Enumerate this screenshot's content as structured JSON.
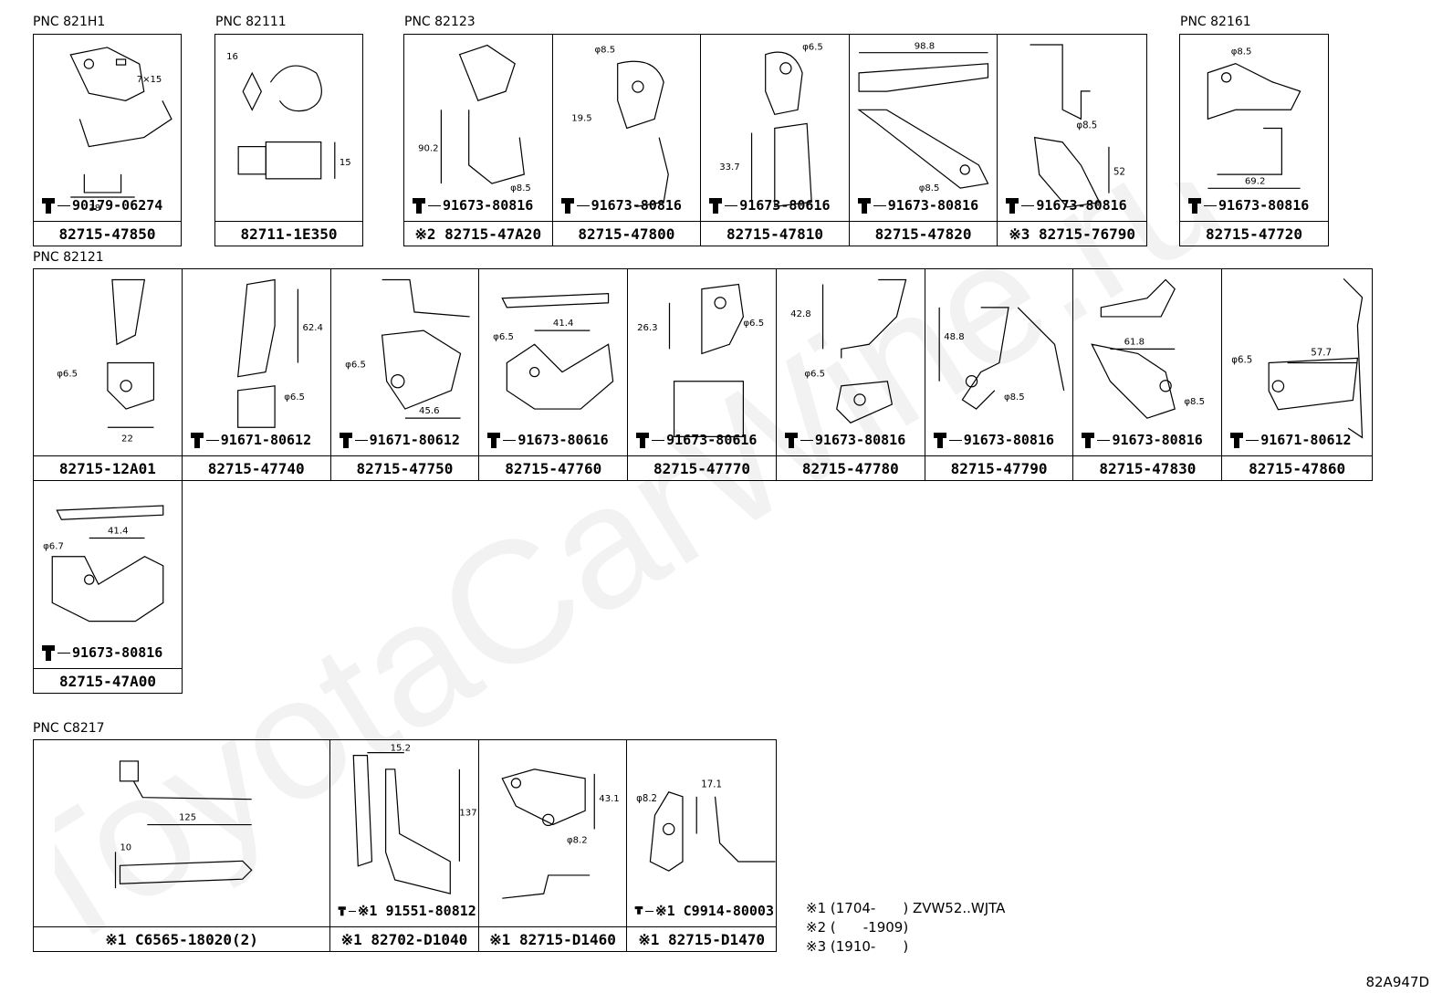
{
  "groups": [
    {
      "pnc": "PNC 821H1",
      "cells": [
        {
          "sub": "90179-06274",
          "part": "82715-47850",
          "dims": [
            "7×15",
            "38"
          ]
        }
      ]
    },
    {
      "pnc": "PNC 82111",
      "cells": [
        {
          "sub": "",
          "part": "82711-1E350",
          "dims": [
            "16",
            "15"
          ]
        }
      ]
    },
    {
      "pnc": "PNC 82123",
      "cells": [
        {
          "sub": "91673-80816",
          "part": "※2 82715-47A20",
          "dims": [
            "90.2",
            "φ8.5"
          ]
        },
        {
          "sub": "91673-80816",
          "part": "82715-47800",
          "dims": [
            "φ8.5",
            "19.5"
          ]
        },
        {
          "sub": "91673-80616",
          "part": "82715-47810",
          "dims": [
            "φ6.5",
            "33.7"
          ]
        },
        {
          "sub": "91673-80816",
          "part": "82715-47820",
          "dims": [
            "98.8",
            "φ8.5"
          ]
        },
        {
          "sub": "91673-80816",
          "part": "※3 82715-76790",
          "dims": [
            "φ8.5",
            "52"
          ]
        }
      ]
    },
    {
      "pnc": "PNC 82161",
      "cells": [
        {
          "sub": "91673-80816",
          "part": "82715-47720",
          "dims": [
            "φ8.5",
            "69.2"
          ]
        }
      ]
    },
    {
      "pnc": "PNC 82121",
      "cells": [
        {
          "sub": "",
          "part": "82715-12A01",
          "dims": [
            "φ6.5",
            "22"
          ]
        },
        {
          "sub": "91671-80612",
          "part": "82715-47740",
          "dims": [
            "62.4",
            "φ6.5"
          ]
        },
        {
          "sub": "91671-80612",
          "part": "82715-47750",
          "dims": [
            "φ6.5",
            "45.6"
          ]
        },
        {
          "sub": "91673-80616",
          "part": "82715-47760",
          "dims": [
            "φ6.5",
            "41.4"
          ]
        },
        {
          "sub": "91673-80616",
          "part": "82715-47770",
          "dims": [
            "26.3",
            "φ6.5"
          ]
        },
        {
          "sub": "91673-80816",
          "part": "82715-47780",
          "dims": [
            "42.8",
            "φ6.5"
          ]
        },
        {
          "sub": "91673-80816",
          "part": "82715-47790",
          "dims": [
            "48.8",
            "φ8.5"
          ]
        },
        {
          "sub": "91673-80816",
          "part": "82715-47830",
          "dims": [
            "61.8",
            "φ8.5"
          ]
        },
        {
          "sub": "91671-80612",
          "part": "82715-47860",
          "dims": [
            "φ6.5",
            "57.7"
          ]
        }
      ]
    },
    {
      "pnc": "",
      "cells": [
        {
          "sub": "91673-80816",
          "part": "82715-47A00",
          "dims": [
            "φ6.7",
            "41.4"
          ]
        }
      ]
    },
    {
      "pnc": "PNC C8217",
      "cells": [
        {
          "sub": "",
          "part": "※1 C6565-18020(2)",
          "dims": [
            "125",
            "10"
          ]
        },
        {
          "sub": "※1 91551-80812",
          "part": "※1 82702-D1040",
          "dims": [
            "15.2",
            "137"
          ]
        },
        {
          "sub": "",
          "part": "※1 82715-D1460",
          "dims": [
            "43.1",
            "φ8.2"
          ]
        },
        {
          "sub": "※1 C9914-80003",
          "part": "※1 82715-D1470",
          "dims": [
            "φ8.2",
            "17.1"
          ]
        }
      ]
    }
  ],
  "notes": [
    "※1 (1704-　　) ZVW52..WJTA",
    "※2 (　　-1909)",
    "※3 (1910-　　)"
  ],
  "code": "82A947D",
  "watermark": "ToyotaCarWine.ru"
}
